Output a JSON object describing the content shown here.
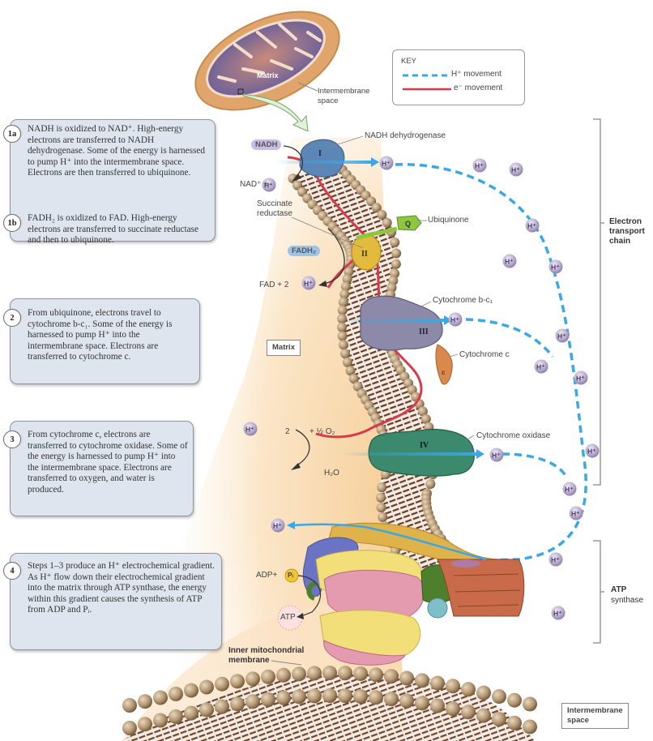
{
  "figure": {
    "title": "Electron transport chain and ATP synthase in the inner mitochondrial membrane",
    "mitochondrion": {
      "matrix_label": "Matrix",
      "intermembrane_label": "Intermembrane\nspace"
    },
    "key": {
      "title": "KEY",
      "items": [
        {
          "label": "H⁺ movement",
          "style": "dashed",
          "color": "#3aa7e6"
        },
        {
          "label": "e⁻ movement",
          "style": "solid",
          "color": "#d83a4a"
        }
      ]
    },
    "steps": [
      {
        "badge": "1a",
        "text": "NADH is oxidized to NAD⁺. High-energy electrons are transferred to NADH dehydrogenase. Some of the energy is harnessed to pump H⁺ into the intermembrane space. Electrons are then transferred to ubiquinone."
      },
      {
        "badge": "1b",
        "text": "FADH₂ is oxidized to FAD. High-energy electrons are transferred to succinate reductase and then to ubiquinone."
      },
      {
        "badge": "2",
        "text": "From ubiquinone, electrons travel to cytochrome b-c₁. Some of the energy is harnessed to pump H⁺ into the intermembrane space. Electrons are transferred to cytochrome c."
      },
      {
        "badge": "3",
        "text": "From cytochrome c, electrons are transferred to cytochrome oxidase. Some of the energy is harnessed to pump H⁺ into the intermembrane space. Electrons are transferred to oxygen, and water is produced."
      },
      {
        "badge": "4",
        "text": "Steps 1–3 produce an H⁺ electrochemical gradient. As H⁺ flow down their electrochemical gradient into the matrix through ATP synthase, the energy within this gradient causes the synthesis of ATP from ADP and Pᵢ."
      }
    ],
    "complexes": [
      {
        "numeral": "I",
        "name": "NADH dehydrogenase",
        "color": "#5b86b5"
      },
      {
        "numeral": "II",
        "name": "Succinate reductase",
        "color": "#e3bb3c"
      },
      {
        "numeral": "Q",
        "name": "Ubiquinone",
        "color": "#8dc63f"
      },
      {
        "numeral": "III",
        "name": "Cytochrome b-c₁",
        "color": "#8c8aa8"
      },
      {
        "numeral": "c",
        "name": "Cytochrome c",
        "color": "#d98a4a"
      },
      {
        "numeral": "IV",
        "name": "Cytochrome oxidase",
        "color": "#3c8a6e"
      }
    ],
    "reactions": {
      "nadh": "NADH",
      "nad_product": "NAD⁺ + ",
      "fadh2": "FADH₂",
      "fad_product": "FAD + 2",
      "oxygen_reactant_prefix": "2",
      "oxygen_reactant_suffix": "+ ½ O₂",
      "water": "H₂O",
      "adp": "ADP+",
      "pi": "Pᵢ",
      "atp": "ATP"
    },
    "proton_label": "H⁺",
    "regions": {
      "matrix": "Matrix",
      "intermembrane": "Intermembrane\nspace",
      "membrane": "Inner mitochondrial\nmembrane"
    },
    "brackets": {
      "etc": "Electron\ntransport\nchain",
      "atp_synthase_line1": "ATP",
      "atp_synthase_line2": "synthase"
    }
  }
}
